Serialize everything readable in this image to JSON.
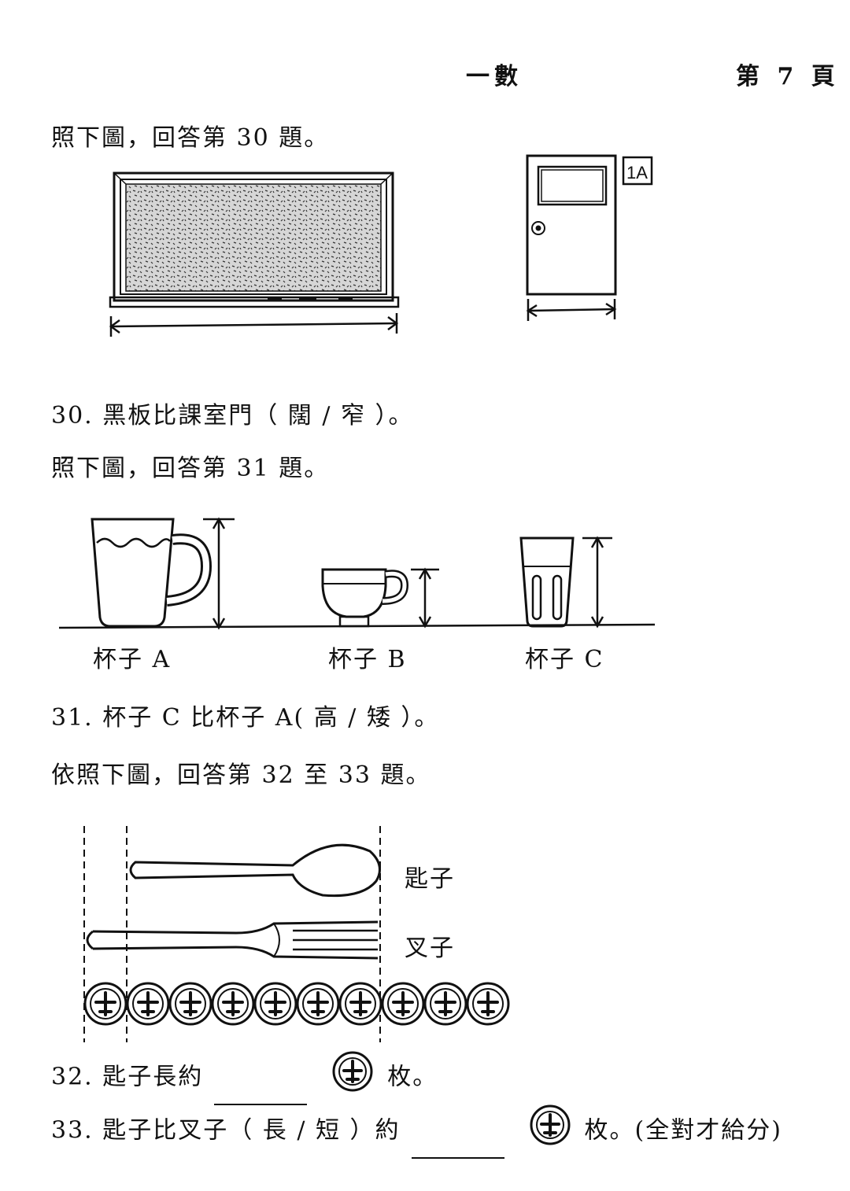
{
  "header": {
    "subject": "一數",
    "page": "第 7 頁"
  },
  "q30_intro": "照下圖，回答第 30 題。",
  "door_sign": "1A",
  "q30": {
    "text": "30. 黑板比課室門（ 闊 / 窄 ）。"
  },
  "q31_intro": "照下圖，回答第 31 題。",
  "cups": {
    "a": "杯子 A",
    "b": "杯子 B",
    "c": "杯子 C"
  },
  "q31": {
    "text": "31. 杯子 C 比杯子 A( 高 / 矮 ）。"
  },
  "q32_33_intro": "依照下圖，回答第 32 至 33 題。",
  "utensils": {
    "spoon": "匙子",
    "fork": "叉子"
  },
  "coin_icon": "plane-coin-icon",
  "q32": {
    "prefix": "32. 匙子長約",
    "suffix": "枚。"
  },
  "q33": {
    "prefix": "33. 匙子比叉子（ 長 / 短 ）約",
    "suffix": "枚。(全對才給分)"
  }
}
